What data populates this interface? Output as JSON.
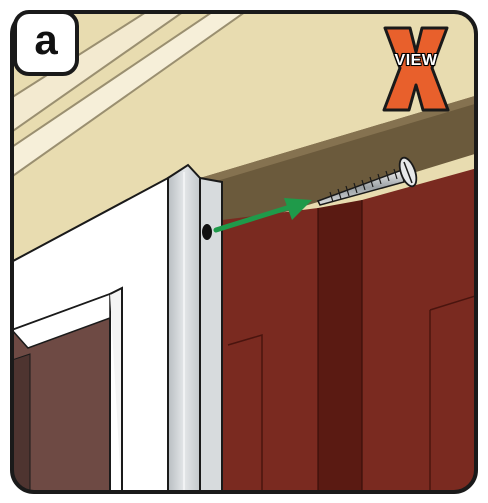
{
  "step_label": "a",
  "badge": {
    "letter": "X",
    "word": "VIEW"
  },
  "colors": {
    "ceiling": "#e8dcb0",
    "header_board": "#6b5a3c",
    "door_panel": "#7a2a20",
    "door_shadow": "#5a1a12",
    "frame": "#f2f2f2",
    "jamb": "#cfd3d6",
    "arrow": "#1f9a4a",
    "badge": "#e8602c",
    "outline": "#1a1a1a"
  },
  "icons": [
    "screw-icon",
    "arrow-icon",
    "screw-hole-icon",
    "x-view-logo"
  ]
}
